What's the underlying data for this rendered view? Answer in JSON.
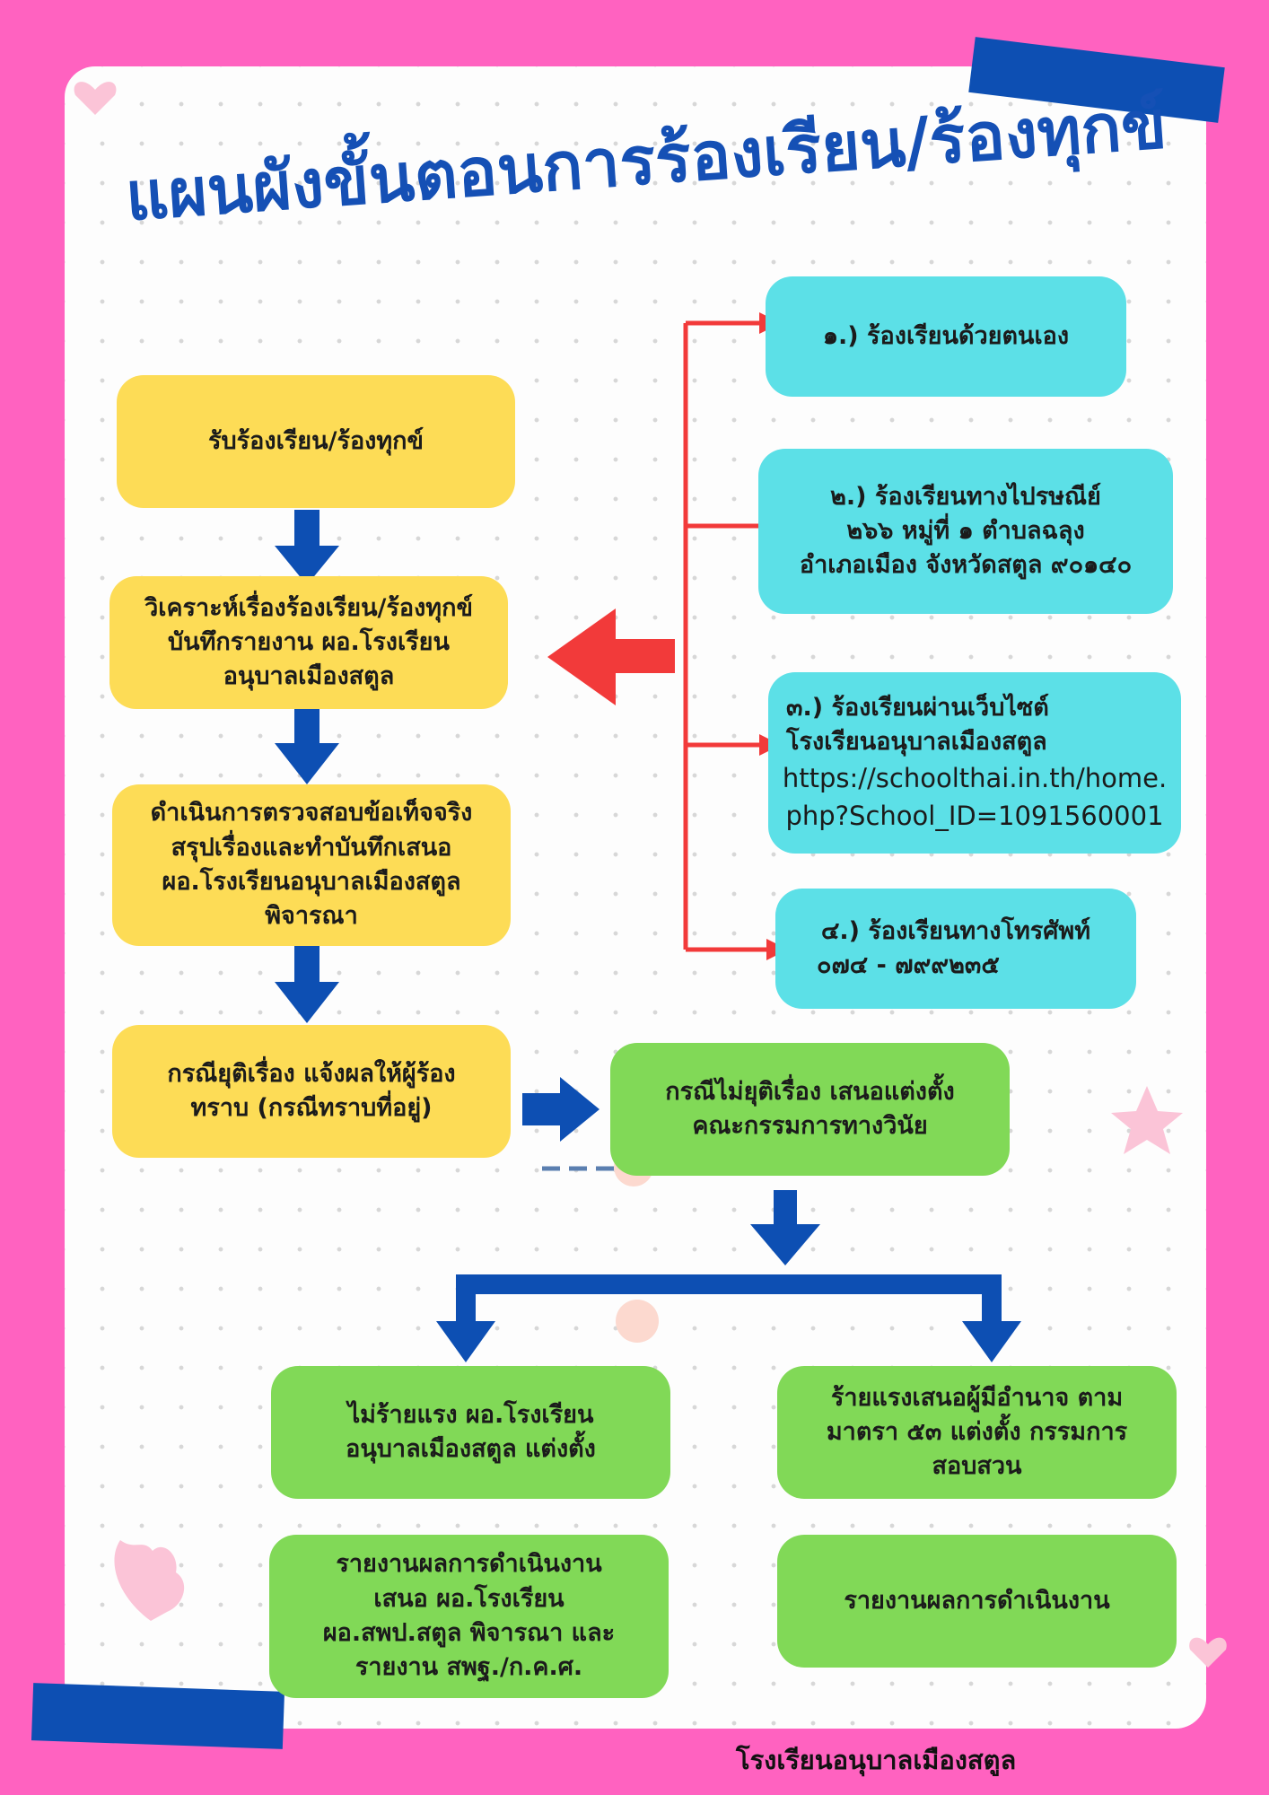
{
  "title": "แผนผังขั้นตอนการร้องเรียน/ร้องทุกข์",
  "colors": {
    "background": "#ff62c0",
    "card": "#fdfdfd",
    "title": "#1550b5",
    "flow_box": "#fddc56",
    "channel_box": "#5ce0e7",
    "outcome_box": "#81d957",
    "arrow_blue": "#0d4fb3",
    "arrow_red": "#f23a3a",
    "tape": "#0d4fb3"
  },
  "flow_steps": {
    "receive": [
      "รับร้องเรียน/ร้องทุกข์"
    ],
    "analyze": [
      "วิเคราะห์เรื่องร้องเรียน/ร้องทุกข์",
      "บันทึกรายงาน ผอ.โรงเรียน",
      "อนุบาลเมืองสตูล"
    ],
    "investigate": [
      "ดำเนินการตรวจสอบข้อเท็จจริง",
      "สรุปเรื่องและทำบันทึกเสนอ",
      "ผอ.โรงเรียนอนุบาลเมืองสตูล",
      "พิจารณา"
    ],
    "resolved": [
      "กรณียุติเรื่อง แจ้งผลให้ผู้ร้อง",
      "ทราบ (กรณีทราบที่อยู่)"
    ],
    "unresolved": [
      "กรณีไม่ยุติเรื่อง เสนอแต่งตั้ง",
      "คณะกรรมการทางวินัย"
    ],
    "minor": [
      "ไม่ร้ายแรง ผอ.โรงเรียน",
      "อนุบาลเมืองสตูล แต่งตั้ง"
    ],
    "severe": [
      "ร้ายแรงเสนอผู้มีอำนาจ ตาม",
      "มาตรา ๕๓ แต่งตั้ง กรรมการ",
      "สอบสวน"
    ],
    "report_minor": [
      "รายงานผลการดำเนินงาน",
      "เสนอ ผอ.โรงเรียน",
      "ผอ.สพป.สตูล พิจารณา และ",
      "รายงาน สพฐ./ก.ค.ศ."
    ],
    "report_severe": [
      "รายงานผลการดำเนินงาน"
    ]
  },
  "channels": {
    "self": [
      "๑.) ร้องเรียนด้วยตนเอง"
    ],
    "post": [
      "๒.) ร้องเรียนทางไปรษณีย์",
      "๒๖๖ หมู่ที่ ๑ ตำบลฉลุง",
      "อำเภอเมือง จังหวัดสตูล ๙๐๑๔๐"
    ],
    "web": [
      "๓.) ร้องเรียนผ่านเว็บไซต์",
      "โรงเรียนอนุบาลเมืองสตูล"
    ],
    "web_url": [
      "https://schoolthai.in.th/home.",
      "php?School_ID=1091560001"
    ],
    "phone": [
      "๔.) ร้องเรียนทางโทรศัพท์",
      "๐๗๔ - ๗๙๙๒๓๕"
    ]
  },
  "footer": "โรงเรียนอนุบาลเมืองสตูล"
}
